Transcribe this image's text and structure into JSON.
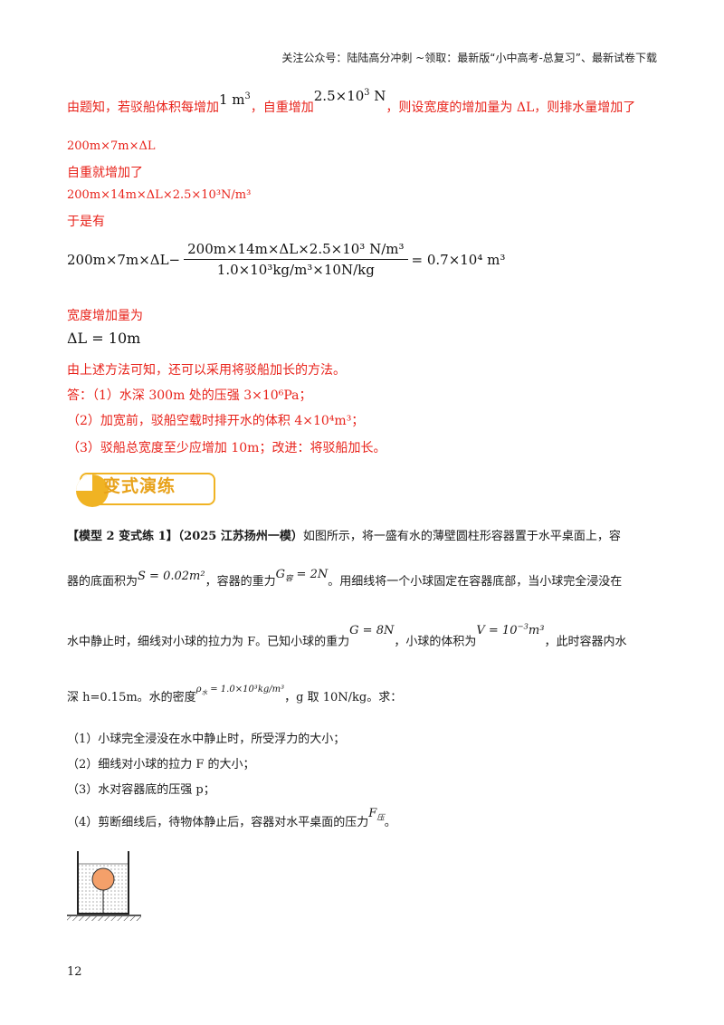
{
  "header": {
    "text": "关注公众号：陆陆高分冲刺 ~领取：最新版“小中高考-总复习”、最新试卷下载"
  },
  "solution": {
    "line1_a": "由题知，若驳船体积每增加",
    "line1_v": "1 m",
    "line1_b": "，自重增加",
    "line1_w": "2.5×10",
    "line1_w_unit": " N",
    "line1_c": "，则设宽度的增加量为 ΔL，则排水量增加了",
    "line2": "200m×7m×ΔL",
    "line3": "自重就增加了",
    "line4": "200m×14m×ΔL×2.5×10³N/m³",
    "line5": "于是有",
    "eq_left": "200m×7m×ΔL−",
    "eq_num": "200m×14m×ΔL×2.5×10³ N/m³",
    "eq_den": "1.0×10³kg/m³×10N/kg",
    "eq_right": "= 0.7×10⁴ m³",
    "line6": "宽度增加量为",
    "line7": "ΔL = 10m",
    "line8": "由上述方法可知，还可以采用将驳船加长的方法。",
    "ans1": "答：（1）水深 300m 处的压强 3×10⁶Pa；",
    "ans2": "（2）加宽前，驳船空载时排开水的体积 4×10⁴m³；",
    "ans3": "（3）驳船总宽度至少应增加 10m；改进：将驳船加长。"
  },
  "banner": {
    "label": "变式演练"
  },
  "problem": {
    "tag": "【模型 2 变式练 1】（2025 江苏扬州一模）",
    "p1": "如图所示，将一盛有水的薄壁圆柱形容器置于水平桌面上，容",
    "p2_a": "器的底面积为",
    "p2_s": "S = 0.02m²",
    "p2_b": "，容器的重力",
    "p2_g": "G",
    "p2_gsub": "容",
    "p2_gval": " = 2N",
    "p2_c": "。用细线将一个小球固定在容器底部，当小球完全浸没在",
    "p3_a": "水中静止时，细线对小球的拉力为 F。已知小球的重力",
    "p3_g": "G = 8N",
    "p3_b": "，小球的体积为",
    "p3_v": "V = 10",
    "p3_vexp": "−3",
    "p3_vunit": "m³",
    "p3_c": "，此时容器内水",
    "p4_a": "深 h=0.15m。水的密度",
    "p4_rho": "ρ",
    "p4_rhosub": "水",
    "p4_rhoval": " = 1.0×10³kg/m³",
    "p4_b": "，g 取 10N/kg。求：",
    "q1": "（1）小球完全浸没在水中静止时，所受浮力的大小；",
    "q2": "（2）细线对小球的拉力 F 的大小；",
    "q3": "（3）水对容器底的压强 p；",
    "q4_a": "（4）剪断细线后，待物体静止后，容器对水平桌面的压力",
    "q4_f": "F",
    "q4_fsub": "压",
    "q4_b": "。"
  },
  "page_number": "12",
  "colors": {
    "solution_text": "#e8231b",
    "banner_accent": "#f0b323",
    "ball": "#f4a06a"
  }
}
